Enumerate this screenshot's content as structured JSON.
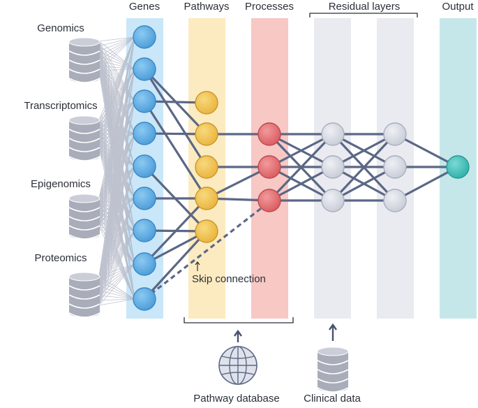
{
  "headers": {
    "genes": "Genes",
    "pathways": "Pathways",
    "processes": "Processes",
    "residual": "Residual layers",
    "output": "Output"
  },
  "omics": [
    {
      "label": "Genomics",
      "icon": "database-icon"
    },
    {
      "label": "Transcriptomics",
      "icon": "database-icon"
    },
    {
      "label": "Epigenomics",
      "icon": "database-icon"
    },
    {
      "label": "Proteomics",
      "icon": "database-icon"
    }
  ],
  "annotations": {
    "skip_connection": "Skip connection",
    "pathway_database": "Pathway database",
    "clinical_data": "Clinical data"
  },
  "icons": {
    "pathway_database": "globe-icon",
    "clinical_data": "database-icon"
  },
  "colors": {
    "genes_band": "#c9e7f8",
    "gene_node": "#5aaae3",
    "pathways_band": "#fcebc0",
    "pathway_node": "#f0c24e",
    "processes_band": "#f8c8c4",
    "process_node": "#e06a6e",
    "residual_band": "#e9ebf0",
    "residual_node": "#d4d7e0",
    "output_band": "#c5e7ea",
    "output_node": "#3dbfb9",
    "edge": "#5b6785"
  }
}
